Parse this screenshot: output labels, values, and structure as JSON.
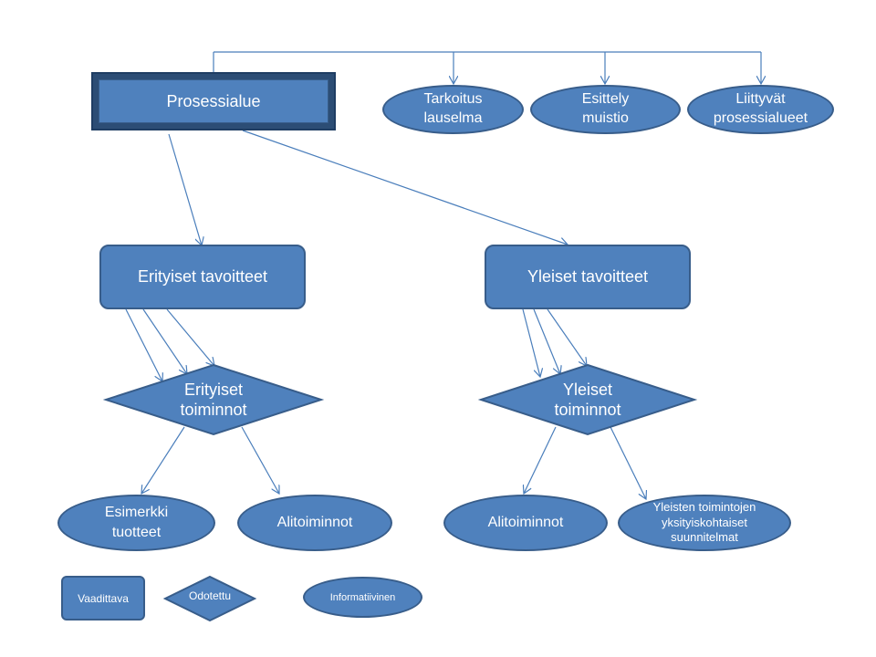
{
  "nodes": {
    "prosessialue": "Prosessialue",
    "tarkoitus": "Tarkoitus lauselma",
    "esittely": "Esittely muistio",
    "liittyvat": "Liittyvät prosessialueet",
    "erityiset_tavoitteet": "Erityiset tavoitteet",
    "yleiset_tavoitteet": "Yleiset tavoitteet",
    "erityiset_toiminnot": "Erityiset toiminnot",
    "yleiset_toiminnot": "Yleiset toiminnot",
    "esimerkki_tuotteet": "Esimerkki tuotteet",
    "alitoiminnot_left": "Alitoiminnot",
    "alitoiminnot_right": "Alitoiminnot",
    "yleisten_suunnitelmat": "Yleisten toimintojen yksityiskohtaiset suunnitelmat"
  },
  "legend": {
    "required": "Vaadittava",
    "expected": "Odotettu",
    "informative": "Informatiivinen"
  },
  "colors": {
    "fill": "#4f81bd",
    "stroke": "#385d8a",
    "text": "#ffffff",
    "connector": "#4a7ebb"
  }
}
